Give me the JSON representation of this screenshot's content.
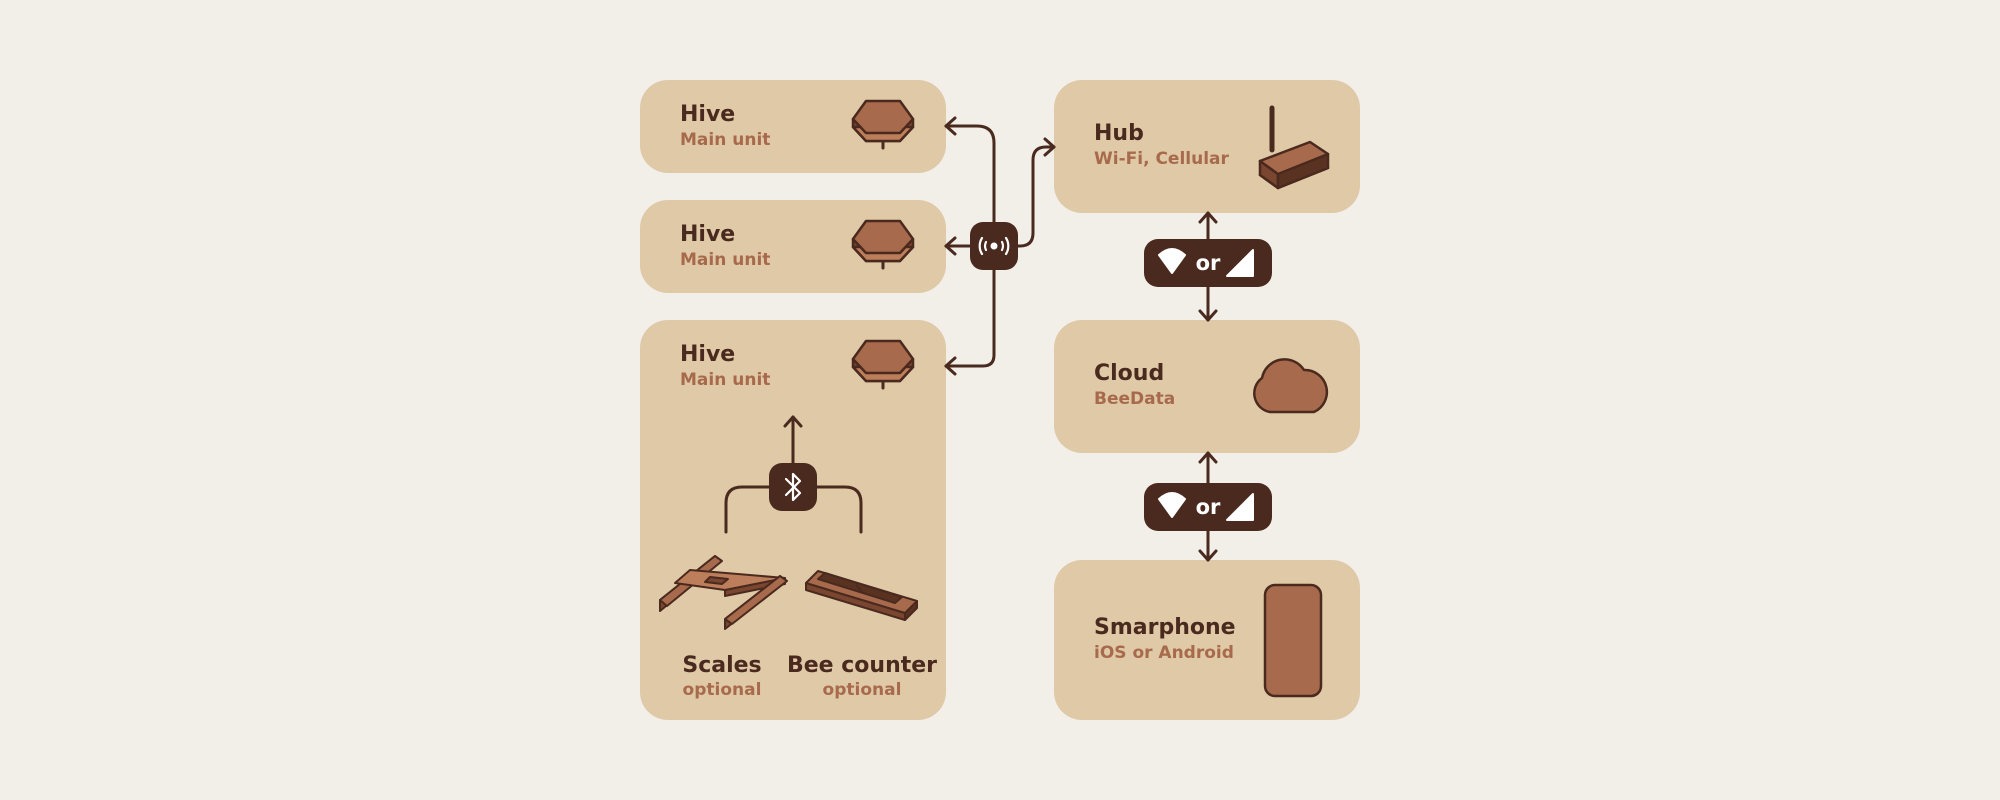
{
  "hive_cards": [
    {
      "title": "Hive",
      "subtitle": "Main unit"
    },
    {
      "title": "Hive",
      "subtitle": "Main unit"
    },
    {
      "title": "Hive",
      "subtitle": "Main unit"
    }
  ],
  "sensors": [
    {
      "title": "Scales",
      "subtitle": "optional"
    },
    {
      "title": "Bee counter",
      "subtitle": "optional"
    }
  ],
  "hub": {
    "title": "Hub",
    "subtitle": "Wi-Fi, Cellular"
  },
  "cloud": {
    "title": "Cloud",
    "subtitle": "BeeData"
  },
  "smartphone": {
    "title": "Smarphone",
    "subtitle": "iOS or Android"
  },
  "links": [
    {
      "or_label": "or"
    },
    {
      "or_label": "or"
    }
  ],
  "icons": {
    "hive_unit": "hexagon-sensor-icon",
    "radio": "wireless-signal-icon",
    "bluetooth": "bluetooth-icon",
    "wifi": "wifi-icon",
    "cellular": "cellular-signal-icon",
    "hub": "router-icon",
    "cloud": "cloud-icon",
    "phone": "smartphone-icon",
    "scales": "scales-icon",
    "bee_counter": "bee-counter-icon"
  },
  "colors": {
    "background": "#f2eee8",
    "card": "#dfc9a6",
    "dark": "#4a2a1e",
    "accent": "#a86a4c"
  }
}
